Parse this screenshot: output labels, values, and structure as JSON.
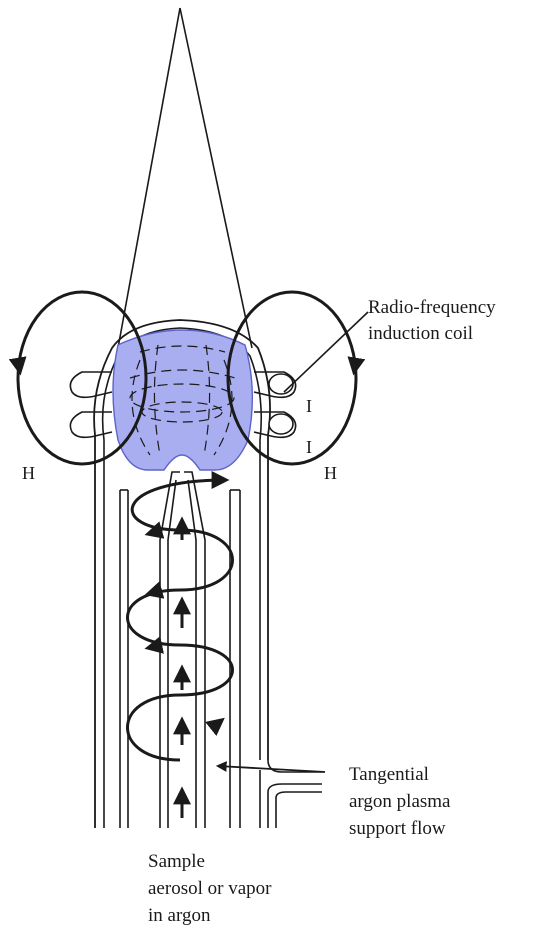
{
  "labels": {
    "coil_line1": "Radio-frequency",
    "coil_line2": "induction coil",
    "flow_line1": "Tangential",
    "flow_line2": "argon plasma",
    "flow_line3": "support flow",
    "sample_line1": "Sample",
    "sample_line2": "aerosol or vapor",
    "sample_line3": "in argon",
    "h_left": "H",
    "h_right": "H",
    "i_top": "I",
    "i_bottom": "I"
  },
  "colors": {
    "ink": "#1a1a1a",
    "plasma_fill": "#a9aef0",
    "plasma_edge": "#5d63c9"
  }
}
